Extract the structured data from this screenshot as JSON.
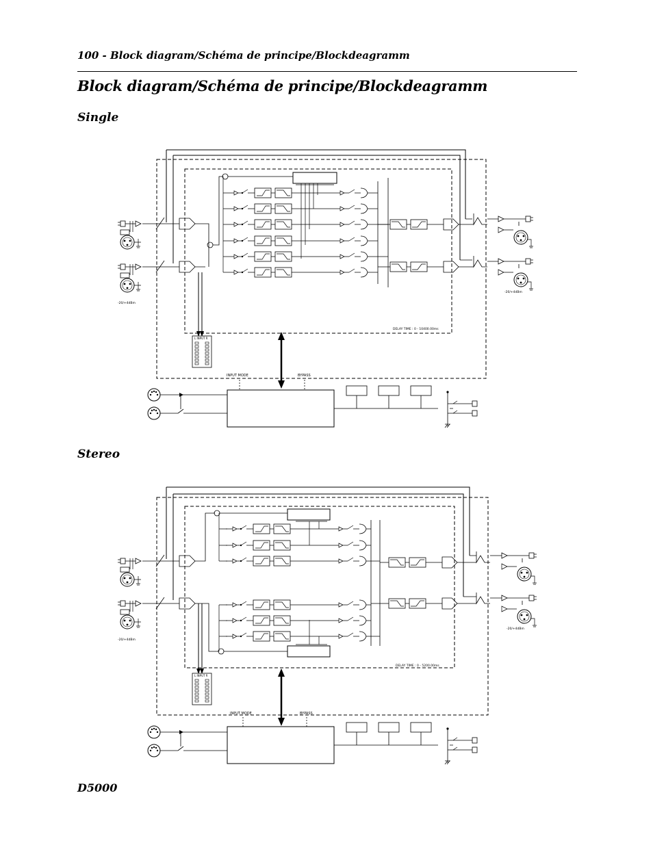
{
  "header": {
    "running_head": "100 - Block diagram/Schéma de principe/Blockdeagramm"
  },
  "page_title": "Block diagram/Schéma de principe/Blockdeagramm",
  "sections": {
    "single": {
      "title": "Single",
      "input_level": "-20/+4dBm",
      "output_level": "-20/+4dBm",
      "delay_time": "DELAY TIME : 0 - 10400.00ms",
      "input_mode": "INPUT MODE",
      "bypass": "BYPASS",
      "meter_label": "L  INPUT  R"
    },
    "stereo": {
      "title": "Stereo",
      "input_level": "-20/+4dBm",
      "output_level": "-20/+4dBm",
      "delay_time": "DELAY TIME : 0 - 5200.00ms",
      "input_mode": "INPUT MODE",
      "bypass": "BYPASS",
      "meter_label": "L  INPUT  R"
    }
  },
  "footer": {
    "model": "D5000"
  }
}
